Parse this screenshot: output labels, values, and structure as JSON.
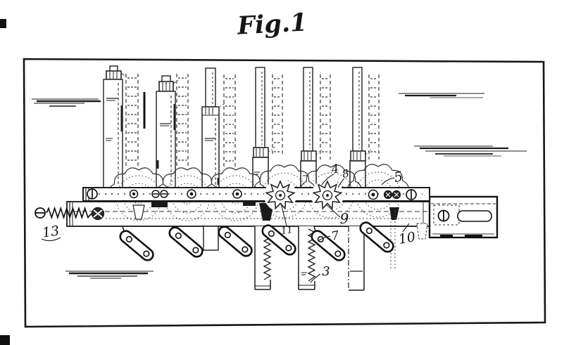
{
  "figure": {
    "title": "Fig.1",
    "colors": {
      "ink": "#1a1a1a",
      "paper": "#ffffff"
    },
    "labels": [
      {
        "text": "4"
      },
      {
        "text": "8"
      },
      {
        "text": "5"
      },
      {
        "text": "9"
      },
      {
        "text": "11"
      },
      {
        "text": "7"
      },
      {
        "text": "10"
      },
      {
        "text": "3"
      },
      {
        "text": "13"
      }
    ]
  }
}
